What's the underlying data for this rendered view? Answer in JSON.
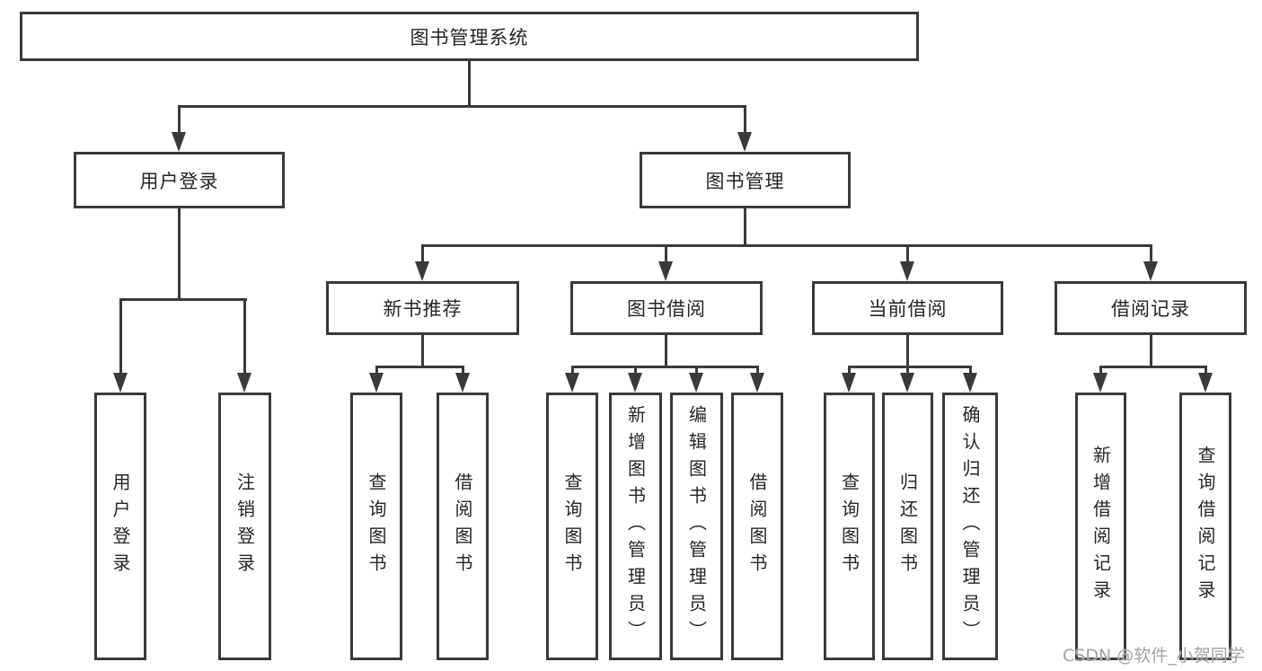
{
  "diagram_type": "hierarchy-tree",
  "nodes": {
    "root": "图书管理系统",
    "user_login": "用户登录",
    "book_mgmt": "图书管理",
    "new_rec": "新书推荐",
    "book_borrow": "图书借阅",
    "current_borrow": "当前借阅",
    "borrow_records": "借阅记录",
    "leaf_user_login": "用户登录",
    "leaf_logout": "注销登录",
    "leaf_newrec_query": "查询图书",
    "leaf_newrec_borrow": "借阅图书",
    "leaf_borrow_query": "查询图书",
    "leaf_borrow_add": "新增图书（管理员）",
    "leaf_borrow_edit": "编辑图书（管理员）",
    "leaf_borrow_borrow": "借阅图书",
    "leaf_current_query": "查询图书",
    "leaf_current_return": "归还图书",
    "leaf_current_confirm": "确认归还（管理员）",
    "leaf_records_add": "新增借阅记录",
    "leaf_records_query": "查询借阅记录"
  },
  "structure": {
    "图书管理系统": {
      "用户登录": [
        "用户登录",
        "注销登录"
      ],
      "图书管理": {
        "新书推荐": [
          "查询图书",
          "借阅图书"
        ],
        "图书借阅": [
          "查询图书",
          "新增图书（管理员）",
          "编辑图书（管理员）",
          "借阅图书"
        ],
        "当前借阅": [
          "查询图书",
          "归还图书",
          "确认归还（管理员）"
        ],
        "借阅记录": [
          "新增借阅记录",
          "查询借阅记录"
        ]
      }
    }
  },
  "watermark": "CSDN @软件_小贺同学",
  "colors": {
    "line": "#3a3a3a",
    "box_border": "#3a3a3a",
    "text": "#262626",
    "watermark": "#a3a3a3",
    "background": "#ffffff"
  }
}
